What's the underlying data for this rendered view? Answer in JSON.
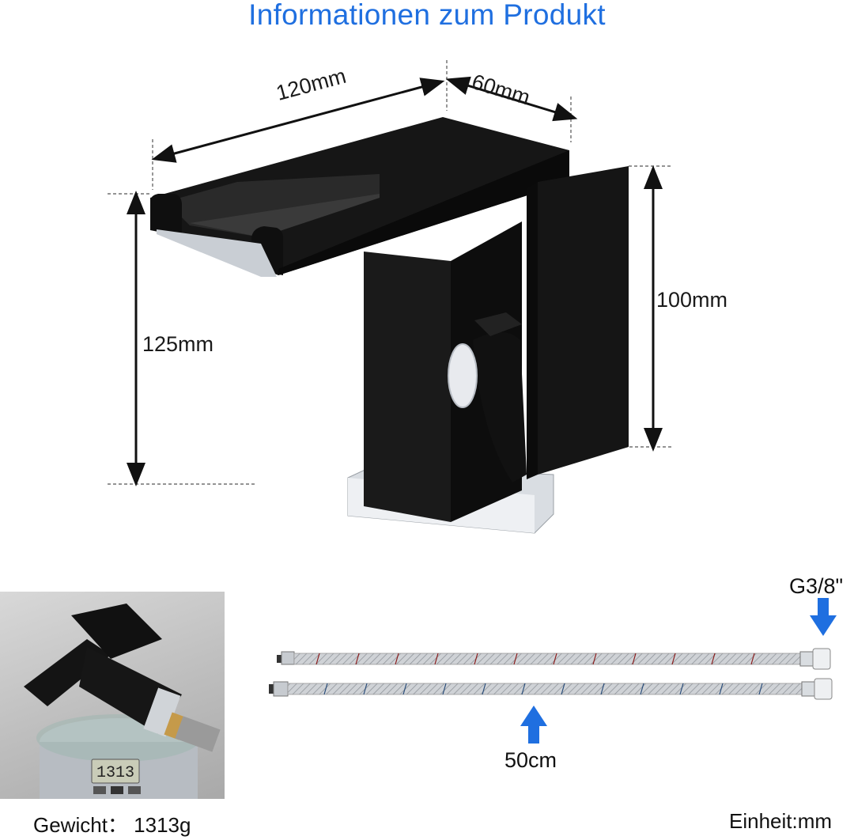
{
  "title": "Informationen zum Produkt",
  "colors": {
    "accent": "#1f6fe0",
    "faucet": "#111111",
    "text": "#111111"
  },
  "dimensions": {
    "length": "120mm",
    "width": "60mm",
    "total_height": "125mm",
    "handle_height": "100mm"
  },
  "hoses": {
    "connector": "G3/8\"",
    "length": "50cm"
  },
  "weight_photo": {
    "scale_display": "1313",
    "caption": "Gewicht：  1313g"
  },
  "unit_note": "Einheit:mm",
  "icons": [
    "arrow-down-icon",
    "arrow-up-icon"
  ]
}
